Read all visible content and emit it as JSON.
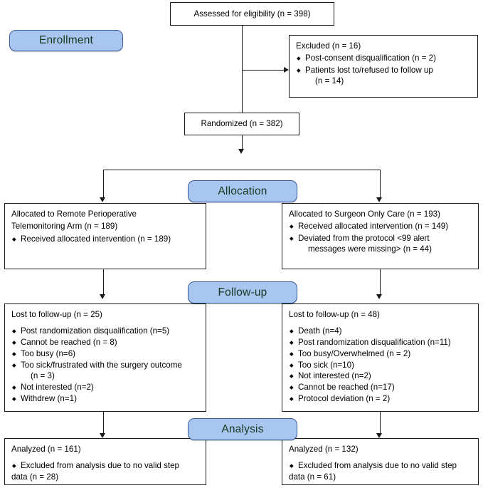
{
  "diagram": {
    "type": "consort-flow-diagram",
    "stages": [
      {
        "key": "enrollment",
        "label": "Enrollment"
      },
      {
        "key": "allocation",
        "label": "Allocation"
      },
      {
        "key": "followup",
        "label": "Follow-up"
      },
      {
        "key": "analysis",
        "label": "Analysis"
      }
    ],
    "colors": {
      "badge_fill": "#a8c6f0",
      "badge_border": "#3a5f9e",
      "badge_text": "#17381f",
      "box_border": "#1a1a1a",
      "box_fill": "#ffffff",
      "connector": "#1a1a1a"
    }
  },
  "assessed": {
    "text": "Assessed for eligibility (n = 398)"
  },
  "excluded": {
    "headline": "Excluded (n = 16)",
    "items": [
      {
        "text": "Post-consent disqualification (n = 2)"
      },
      {
        "text": "Patients lost to/refused to follow up",
        "cont": "(n = 14)"
      }
    ]
  },
  "randomized": {
    "text": "Randomized (n = 382)"
  },
  "allocation_left": {
    "headline_line1": "Allocated to Remote Perioperative",
    "headline_line2": "Telemonitoring Arm (n = 189)",
    "items": [
      {
        "text": "Received allocated intervention (n = 189)"
      }
    ]
  },
  "allocation_right": {
    "headline": "Allocated to Surgeon Only Care (n = 193)",
    "items": [
      {
        "text": "Received allocated intervention (n = 149)"
      },
      {
        "text": "Deviated from the protocol <99 alert",
        "cont": "messages were missing> (n = 44)"
      }
    ]
  },
  "followup_left": {
    "headline": "Lost to follow-up (n = 25)",
    "items": [
      {
        "text": "Post randomization disqualification (n=5)"
      },
      {
        "text": "Cannot be reached (n = 8)"
      },
      {
        "text": "Too busy (n=6)"
      },
      {
        "text": "Too sick/frustrated with the surgery outcome",
        "cont": "(n = 3)"
      },
      {
        "text": "Not interested (n=2)"
      },
      {
        "text": "Withdrew (n=1)"
      }
    ]
  },
  "followup_right": {
    "headline": "Lost to follow-up (n = 48)",
    "items": [
      {
        "text": "Death (n=4)"
      },
      {
        "text": "Post randomization disqualification (n=11)"
      },
      {
        "text": "Too busy/Overwhelmed (n = 2)"
      },
      {
        "text": "Too sick (n=10)"
      },
      {
        "text": "Not interested (n=2)"
      },
      {
        "text": "Cannot be reached (n=17)"
      },
      {
        "text": "Protocol deviation (n = 2)"
      }
    ]
  },
  "analysis_left": {
    "headline": "Analyzed (n = 161)",
    "items": [
      {
        "text": "Excluded from analysis due to no valid step",
        "cont2": "data (n = 28)"
      }
    ]
  },
  "analysis_right": {
    "headline": "Analyzed (n = 132)",
    "items": [
      {
        "text": "Excluded from analysis due to no valid step",
        "cont2": "data (n = 61)"
      }
    ]
  }
}
